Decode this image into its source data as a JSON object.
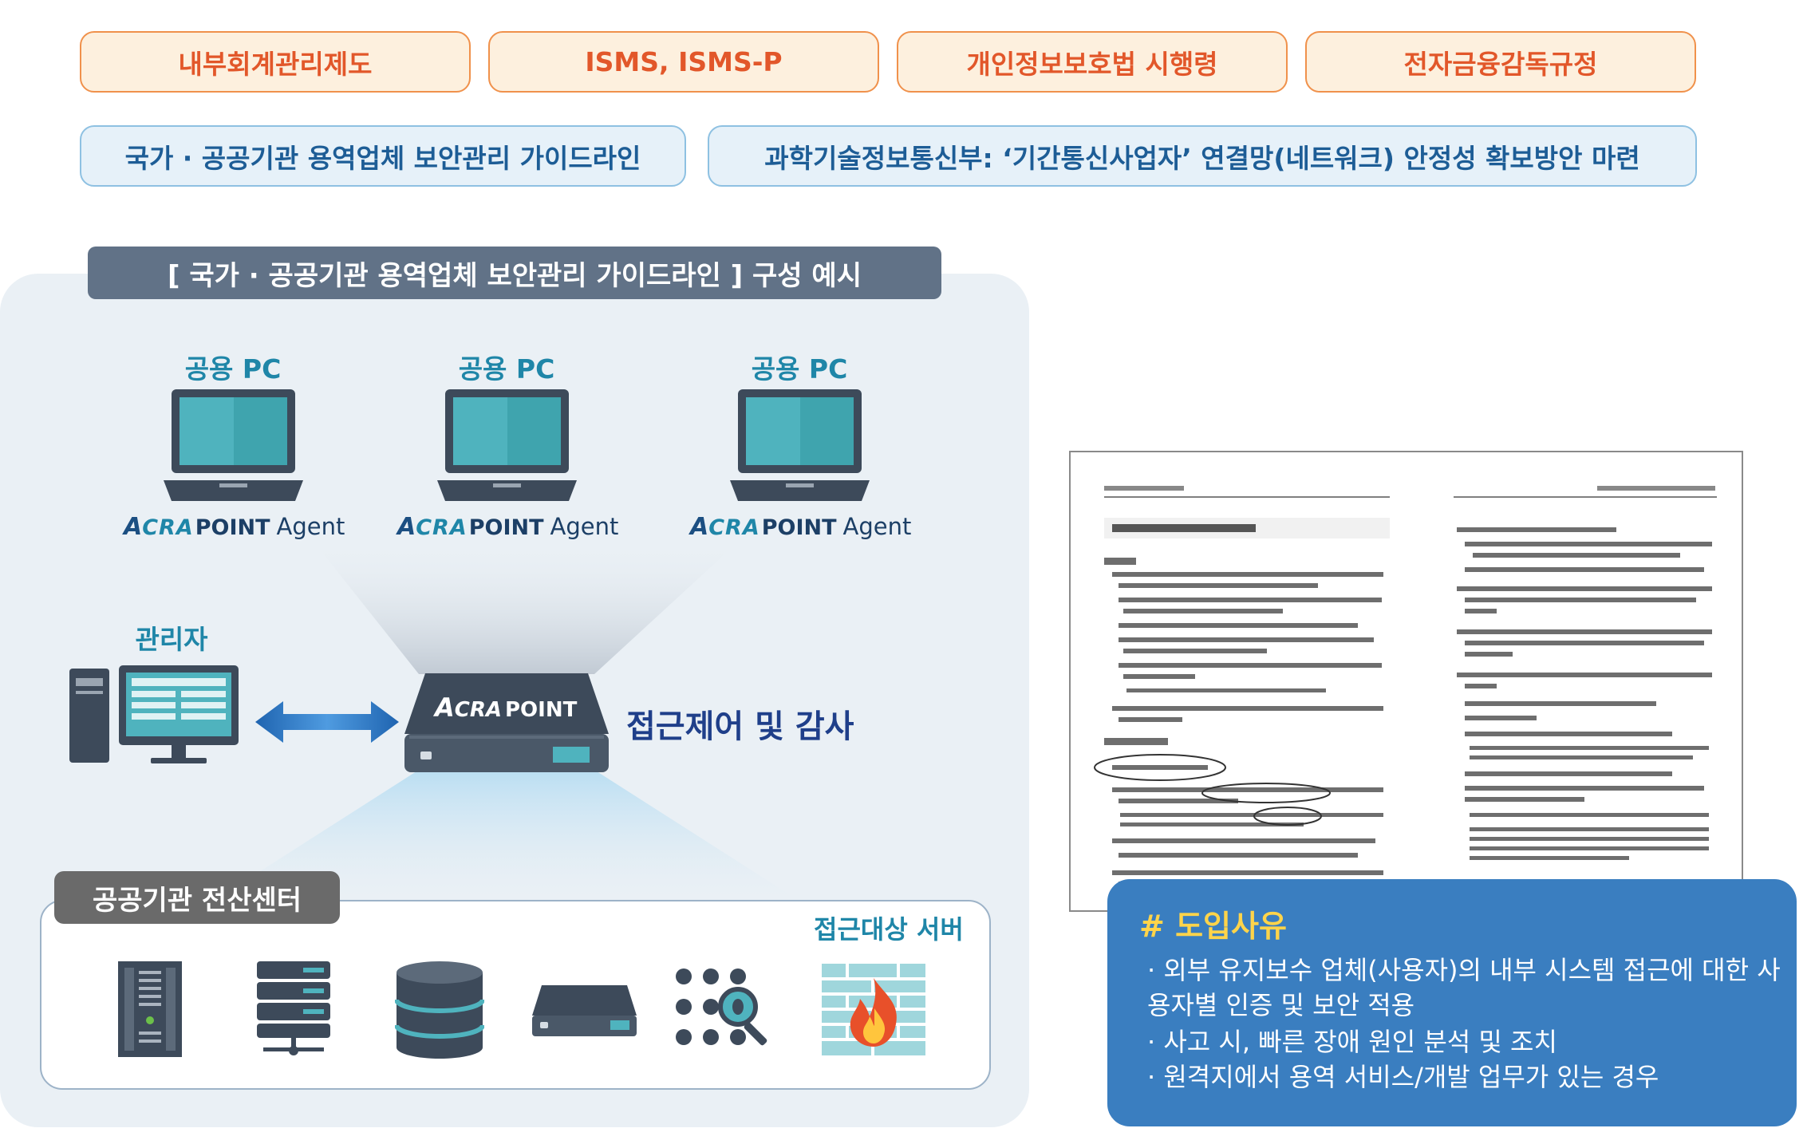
{
  "regulations_row1": [
    "내부회계관리제도",
    "ISMS, ISMS-P",
    "개인정보보호법 시행령",
    "전자금융감독규정"
  ],
  "regulations_row2": [
    "국가 · 공공기관 용역업체 보안관리 가이드라인",
    "과학기술정보통신부: ‘기간통신사업자’ 연결망(네트워크) 안정성 확보방안 마련"
  ],
  "panel_title": "[ 국가 · 공공기관 용역업체 보안관리 가이드라인 ] 구성 예시",
  "shared_pc_label": "공용 PC",
  "agent_label": {
    "brand_a": "A",
    "brand_cra": "CRA",
    "brand_point": "POINT",
    "agent": "Agent"
  },
  "admin_label": "관리자",
  "gateway_brand": {
    "a": "A",
    "cra": "CRA",
    "point": "POINT"
  },
  "gateway_caption": "접근제어 및 감사",
  "datacenter_title": "공공기관 전산센터",
  "target_server_label": "접근대상 서버",
  "reason": {
    "title": "# 도입사유",
    "items": [
      "· 외부 유지보수 업체(사용자)의 내부 시스템 접근에 대한 사용자별 인증 및 보안 적용",
      "· 사고 시, 빠른 장애 원인 분석 및 조치",
      "· 원격지에서 용역 서비스/개발 업무가 있는 경우"
    ]
  },
  "colors": {
    "orange_border": "#f0914b",
    "orange_text": "#e2572a",
    "blue_text": "#1d5d96",
    "teal": "#1f86a8",
    "reason_bg": "#3a7ec0",
    "reason_title": "#ffd44a"
  }
}
